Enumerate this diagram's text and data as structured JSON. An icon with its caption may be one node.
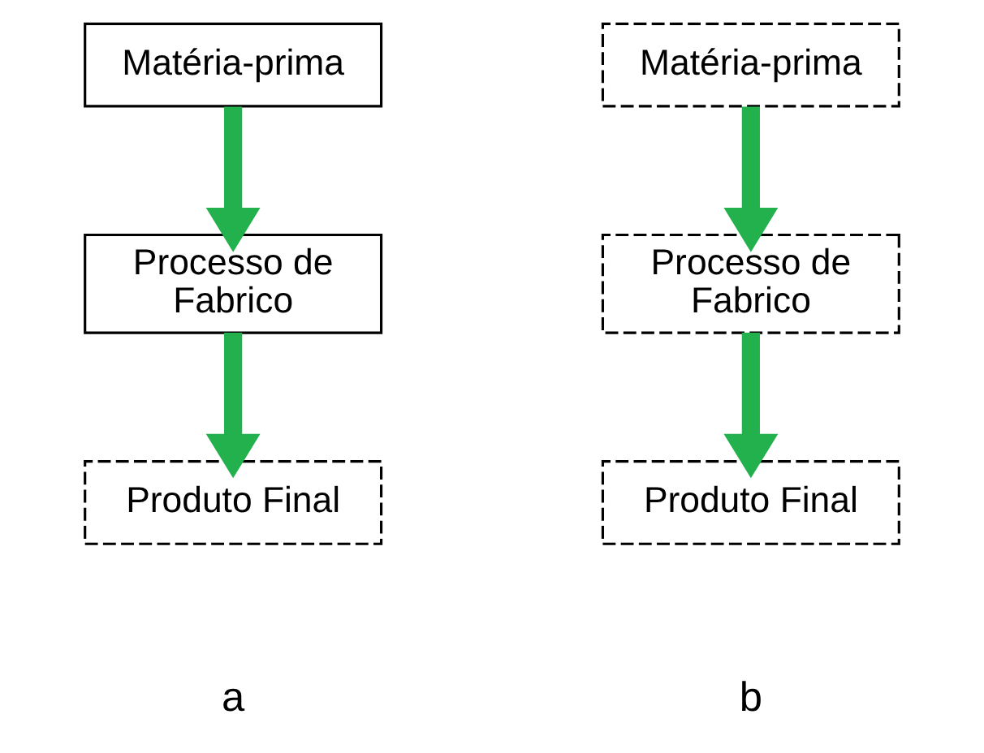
{
  "diagram": {
    "nodes": [
      {
        "text": [
          "Matéria-prima"
        ]
      },
      {
        "text": [
          "Processo de Fabrico"
        ]
      },
      {
        "text": [
          "Produto Final"
        ]
      },
      {
        "text": [
          "Matéria-prima"
        ]
      },
      {
        "text": [
          "Processo de Fabrico"
        ]
      },
      {
        "text": [
          "Produto Final"
        ]
      }
    ],
    "edges": [
      {
        "from": 0,
        "to": 1,
        "arrow": "to",
        "color": "#22b14c"
      },
      {
        "from": 1,
        "to": 2,
        "arrow": "to",
        "color": "#22b14c"
      },
      {
        "from": 3,
        "to": 4,
        "arrow": "to",
        "color": "#22b14c"
      },
      {
        "from": 4,
        "to": 5,
        "arrow": "to",
        "color": "#22b14c"
      }
    ],
    "labels": [
      "a",
      "b"
    ]
  }
}
